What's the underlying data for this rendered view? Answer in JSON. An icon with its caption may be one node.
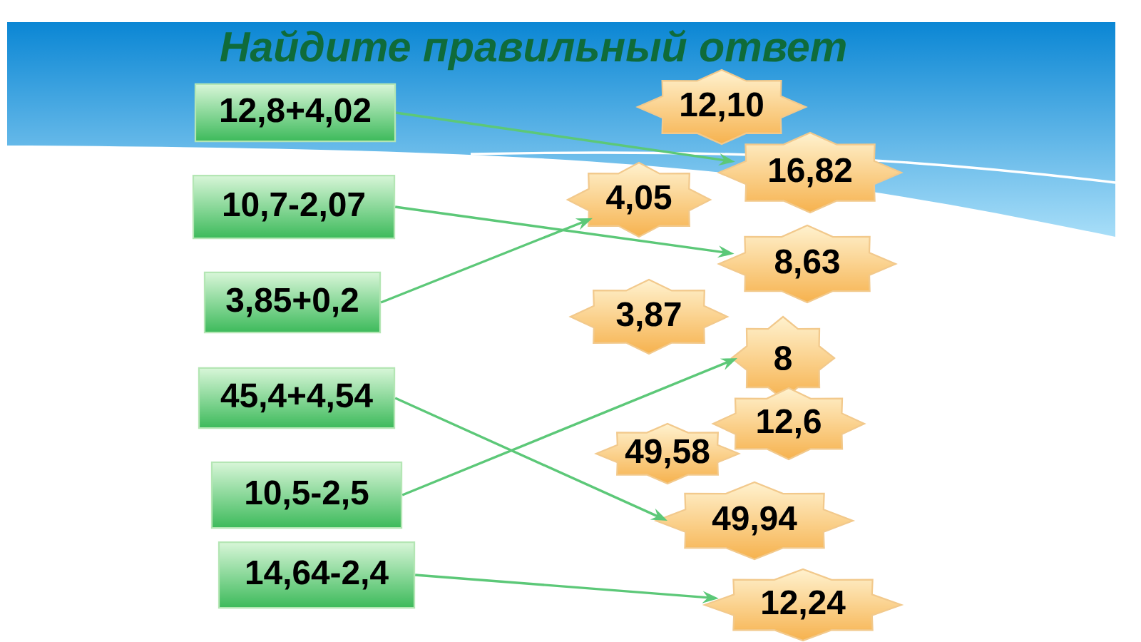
{
  "diagram": {
    "title": "Найдите правильный ответ",
    "nodes": [
      {
        "text": [
          "12,8+4,02"
        ]
      },
      {
        "text": [
          "10,7-2,07"
        ]
      },
      {
        "text": [
          "3,85+0,2"
        ]
      },
      {
        "text": [
          "45,4+4,54"
        ]
      },
      {
        "text": [
          "10,5-2,5"
        ]
      },
      {
        "text": [
          "14,64-2,4"
        ]
      },
      {
        "text": [
          "12,10"
        ]
      },
      {
        "text": [
          "16,82"
        ]
      },
      {
        "text": [
          "4,05"
        ]
      },
      {
        "text": [
          "8,63"
        ]
      },
      {
        "text": [
          "3,87"
        ]
      },
      {
        "text": [
          "8"
        ]
      },
      {
        "text": [
          "12,6"
        ]
      },
      {
        "text": [
          "49,58"
        ]
      },
      {
        "text": [
          "49,94"
        ]
      },
      {
        "text": [
          "12,24"
        ]
      }
    ],
    "edges": [
      {
        "from": 0,
        "to": 7,
        "arrow": "to"
      },
      {
        "from": 1,
        "to": 9,
        "arrow": "to"
      },
      {
        "from": 2,
        "to": 8,
        "arrow": "to"
      },
      {
        "from": 3,
        "to": 14,
        "arrow": "to"
      },
      {
        "from": 4,
        "to": 11,
        "arrow": "to"
      },
      {
        "from": 5,
        "to": 15,
        "arrow": "to"
      }
    ]
  }
}
